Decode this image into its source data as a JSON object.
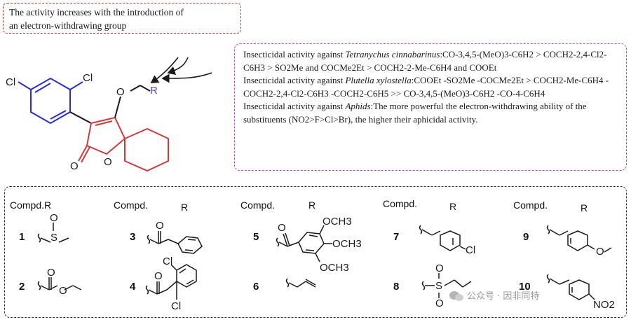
{
  "top_note": {
    "line1": "The activity increases with the introduction of",
    "line2": "an electron-withdrawing group"
  },
  "activity_box": {
    "p1_prefix": "Insecticidal activity against ",
    "p1_species": "Tetranychus cinnabarinus",
    "p1_text": ":CO-3,4,5-(MeO)3-C6H2 > COCH2-2,4-Cl2-C6H3 > SO2Me and COCMe2Et > COCH2-2-Me-C6H4 and COOEt",
    "p2_prefix": "Insecticidal activity against ",
    "p2_species": "Plutella xylostella",
    "p2_text": ":COOEt -SO2Me -COCMe2Et > COCH2-Me-C6H4 -COCH2-2,4-Cl2-C6H3 -COCH2-C6H5 >> CO-3,4,5-(MeO)3-C6H2 -CO-4-C6H4",
    "p3_prefix": "Insecticidal activity against ",
    "p3_species": "Aphids",
    "p3_text": ":The more powerful the electron-withdrawing ability of the substituents (NO2>F>Cl>Br), the higher their aphicidal activity."
  },
  "structure": {
    "cl_left": "Cl",
    "cl_right": "Cl",
    "o_ether": "O",
    "r_group": "R",
    "o_carbonyl": "O",
    "o_ring": "O"
  },
  "table": {
    "headers": [
      {
        "compd": "Compd.",
        "r": "R",
        "combined": "Compd.R"
      },
      {
        "compd": "Compd.",
        "r": "R"
      },
      {
        "compd": "Compd.",
        "r": "R"
      },
      {
        "compd": "Compd.",
        "r": "R"
      },
      {
        "compd": "Compd.",
        "r": "R"
      }
    ],
    "numbers": [
      "1",
      "2",
      "3",
      "4",
      "5",
      "6",
      "7",
      "8",
      "9",
      "10"
    ],
    "atoms": {
      "c1_s": "S",
      "c1_o": "O",
      "c2_o1": "O",
      "c2_o2": "O",
      "c3_o": "O",
      "c4_cl1": "Cl",
      "c4_o": "O",
      "c4_cl2": "Cl",
      "c5_o": "O",
      "c5_och3_1": "OCH3",
      "c5_och3_2": "OCH3",
      "c5_och3_3": "OCH3",
      "c7_cl": "Cl",
      "c8_s": "S",
      "c8_o1": "O",
      "c8_o2": "O",
      "c9_o": "O",
      "c10_no2": "NO2"
    }
  },
  "watermark": "公众号 · 因非同特",
  "colors": {
    "red_box": "#c0392b",
    "pink_box": "#b24cc8",
    "aryl_blue": "#2b2bd6",
    "furanone_red": "#d23a3a",
    "r_purple": "#6a3fb5"
  },
  "icons": [
    "cycle-arrows-icon",
    "wechat-icon"
  ]
}
